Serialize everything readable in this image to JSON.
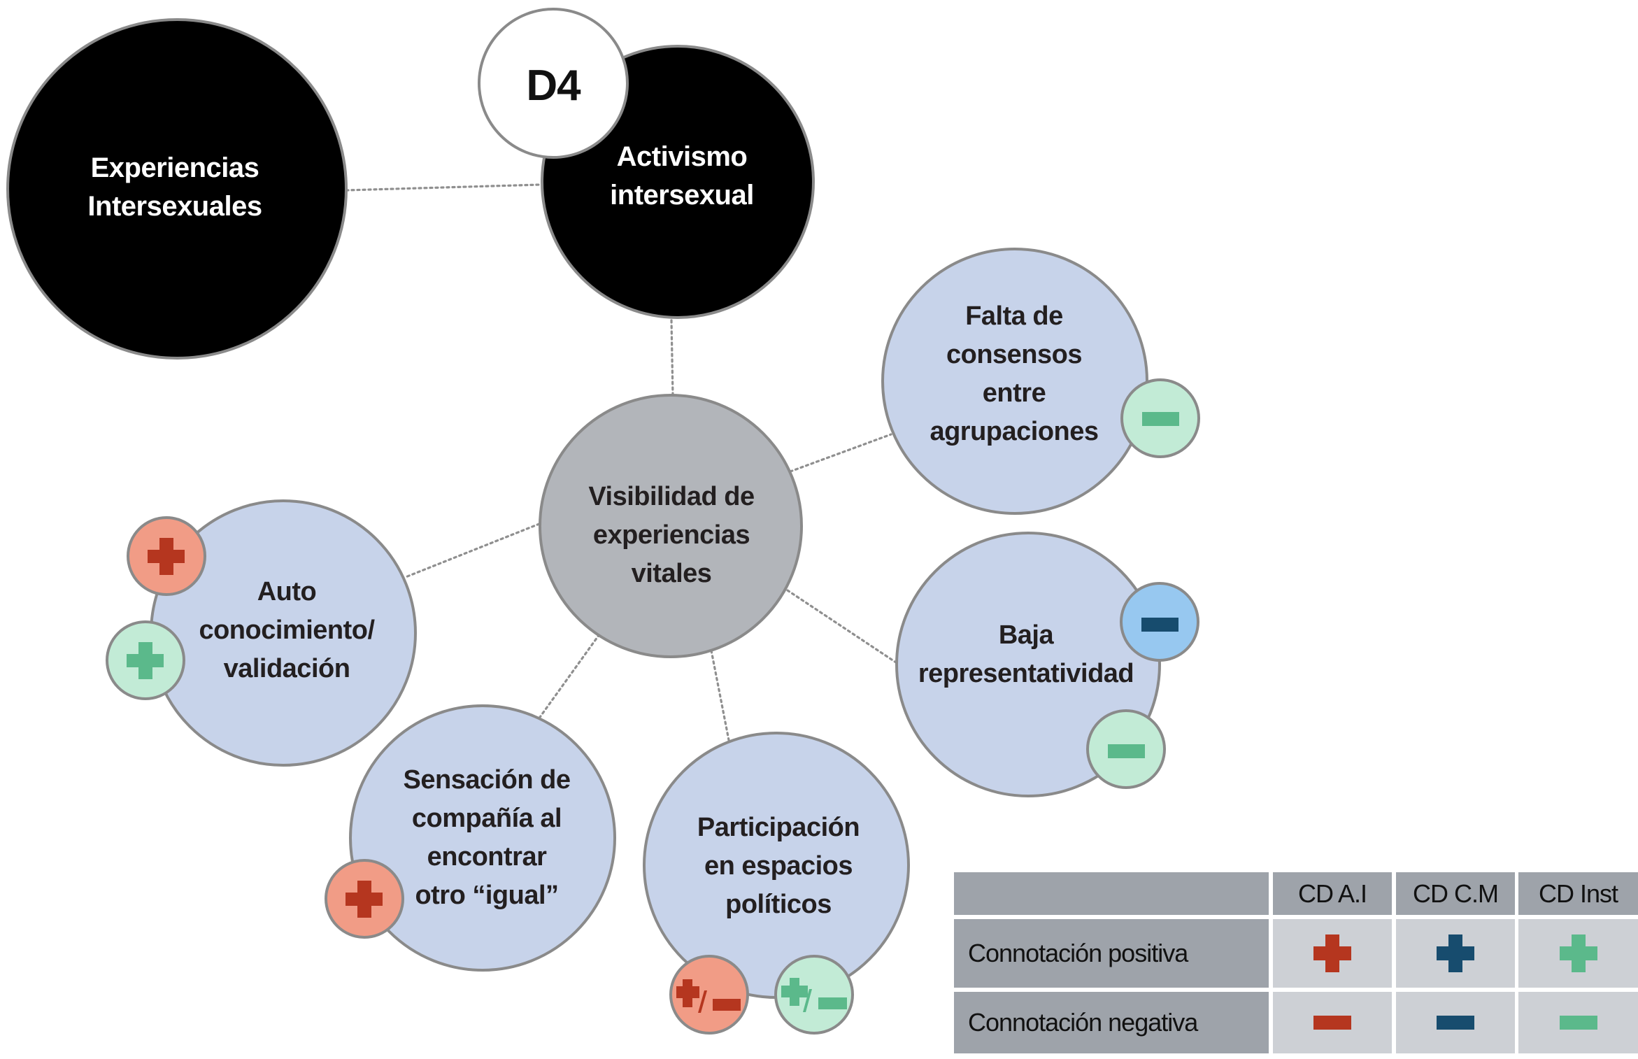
{
  "diagram": {
    "label": "D4",
    "colors": {
      "root_fill": "#000000",
      "center_fill": "#b2b5ba",
      "leaf_fill": "#c7d3ea",
      "stroke": "#8a8a8a",
      "connector": "#8f8f8f",
      "cd_ai": "#b5361f",
      "cd_ai_bg": "#f19c86",
      "cd_cm": "#174c6e",
      "cd_cm_bg": "#97c8f0",
      "cd_inst": "#5bb98b",
      "cd_inst_bg": "#c2ebd6"
    },
    "nodes": {
      "experiencias": {
        "lines": [
          "Experiencias",
          "Intersexuales"
        ]
      },
      "activismo": {
        "lines": [
          "Activismo",
          "intersexual"
        ]
      },
      "visibilidad": {
        "lines": [
          "Visibilidad de",
          "experiencias",
          "vitales"
        ]
      },
      "falta": {
        "lines": [
          "Falta de",
          "consensos",
          "entre",
          "agrupaciones"
        ],
        "badges": [
          {
            "source": "CD Inst",
            "sign": "minus"
          }
        ]
      },
      "baja": {
        "lines": [
          "Baja",
          "representatividad"
        ],
        "badges": [
          {
            "source": "CD C.M",
            "sign": "minus"
          },
          {
            "source": "CD Inst",
            "sign": "minus"
          }
        ]
      },
      "auto": {
        "lines": [
          "Auto",
          "conocimiento/",
          "validación"
        ],
        "badges": [
          {
            "source": "CD A.I",
            "sign": "plus"
          },
          {
            "source": "CD Inst",
            "sign": "plus"
          }
        ]
      },
      "sensacion": {
        "lines": [
          "Sensación de",
          "compañía al",
          "encontrar",
          "otro “igual”"
        ],
        "badges": [
          {
            "source": "CD A.I",
            "sign": "plus"
          }
        ]
      },
      "participacion": {
        "lines": [
          "Participación",
          "en espacios",
          "políticos"
        ],
        "badges": [
          {
            "source": "CD A.I",
            "sign": "plus/minus"
          },
          {
            "source": "CD Inst",
            "sign": "plus/minus"
          }
        ]
      }
    },
    "edges": [
      [
        "experiencias",
        "activismo"
      ],
      [
        "activismo",
        "visibilidad"
      ],
      [
        "visibilidad",
        "falta"
      ],
      [
        "visibilidad",
        "baja"
      ],
      [
        "visibilidad",
        "auto"
      ],
      [
        "visibilidad",
        "sensacion"
      ],
      [
        "visibilidad",
        "participacion"
      ]
    ]
  },
  "legend": {
    "columns": [
      "CD A.I",
      "CD C.M",
      "CD Inst"
    ],
    "rows": [
      {
        "label": "Connotación positiva",
        "symbol": "plus-icon"
      },
      {
        "label": "Connotación negativa",
        "symbol": "minus-icon"
      }
    ]
  }
}
